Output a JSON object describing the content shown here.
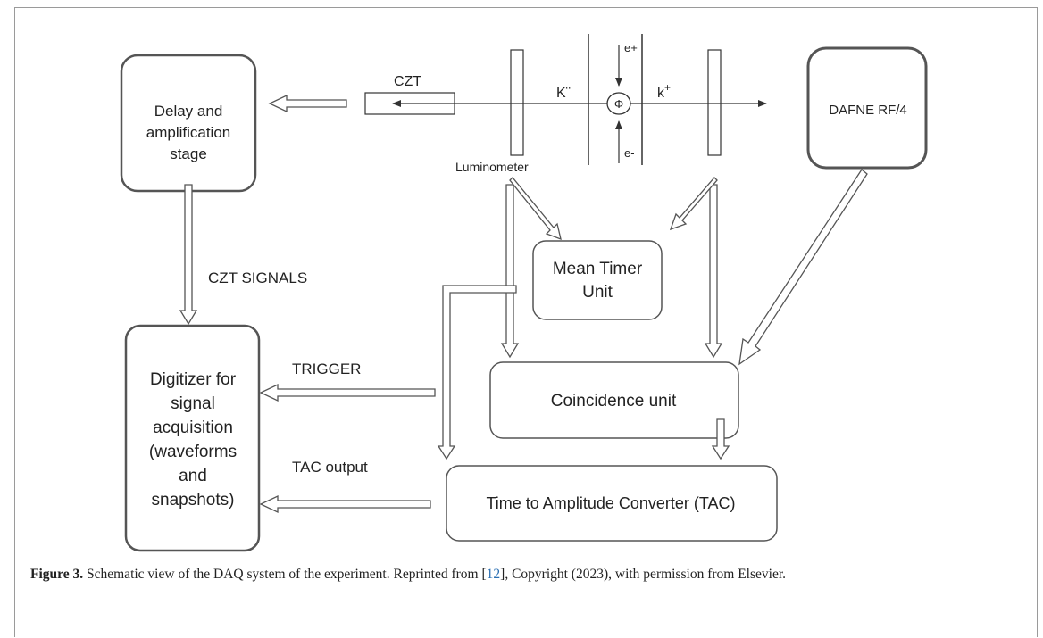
{
  "diagram": {
    "boxes": {
      "delay_line1": "Delay and",
      "delay_line2": "amplification",
      "delay_line3": "stage",
      "dafne": "DAFNE RF/4",
      "mean_timer_line1": "Mean Timer",
      "mean_timer_line2": "Unit",
      "digitizer_line1": "Digitizer for",
      "digitizer_line2": "signal",
      "digitizer_line3": "acquisition",
      "digitizer_line4": "(waveforms",
      "digitizer_line5": "and",
      "digitizer_line6": "snapshots)",
      "coincidence": "Coincidence unit",
      "tac": "Time to Amplitude Converter (TAC)"
    },
    "labels": {
      "czt": "CZT",
      "kminus": "K¨",
      "kplus": "k",
      "kplus_sup": "+",
      "eplus": "e+",
      "eminus": "e-",
      "phi": "Φ",
      "luminometer": "Luminometer",
      "czt_signals": "CZT SIGNALS",
      "trigger": "TRIGGER",
      "tac_output": "TAC output"
    }
  },
  "caption": {
    "figure_label": "Figure 3.",
    "text_before_ref": " Schematic view of the DAQ system of the experiment. Reprinted from [",
    "ref": "12",
    "text_after_ref": "], Copyright (2023), with permission from Elsevier."
  }
}
